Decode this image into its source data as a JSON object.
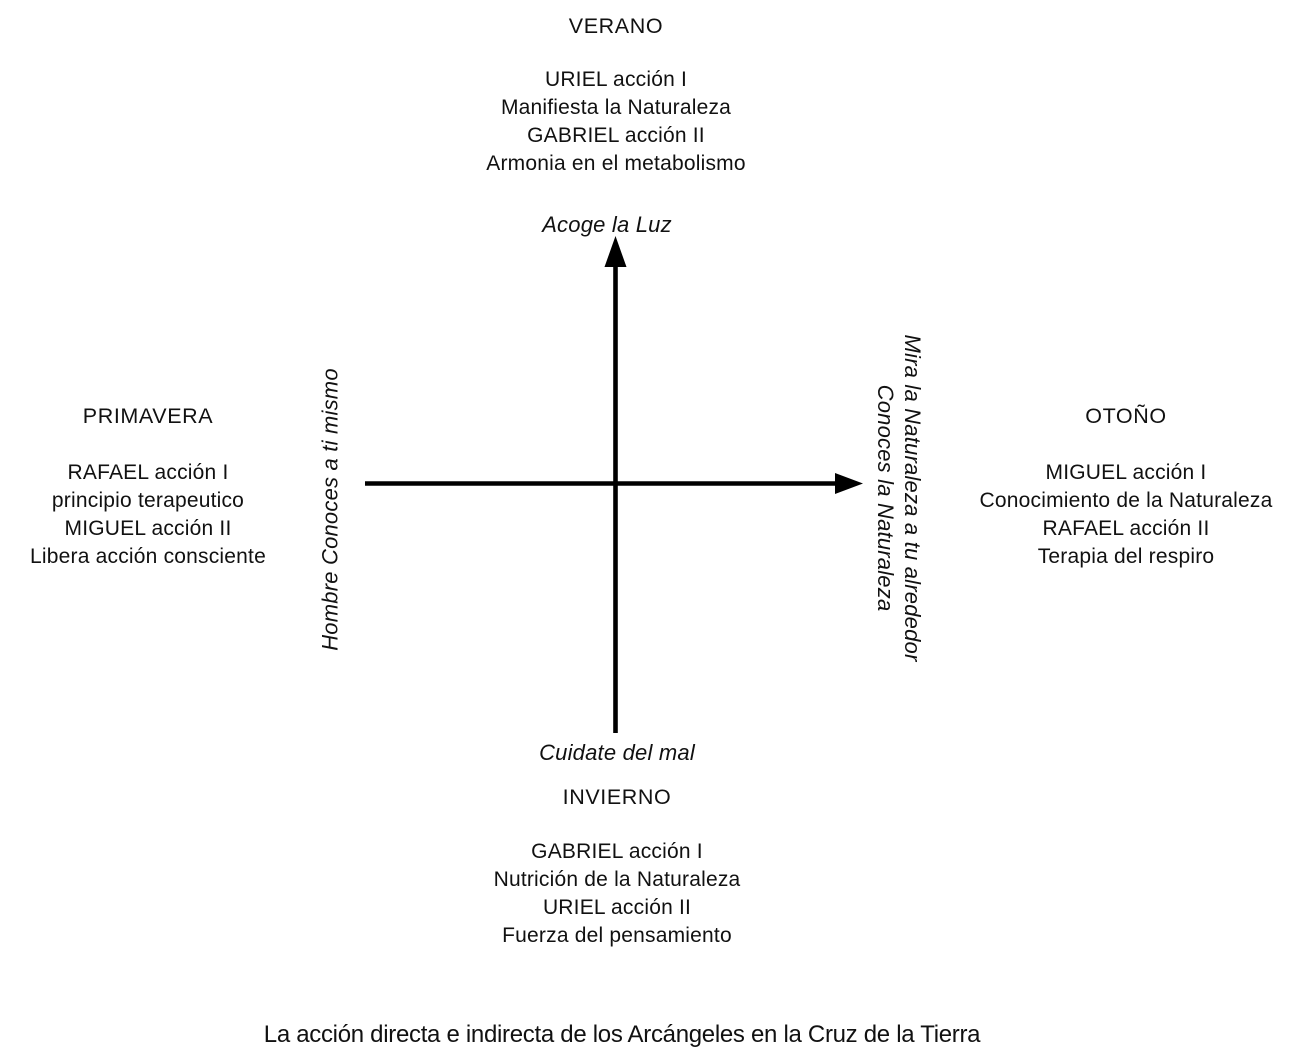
{
  "figure": {
    "top": {
      "season": "VERANO",
      "lines": [
        "URIEL acción I",
        "Manifiesta la Naturaleza",
        "GABRIEL acción II",
        "Armonia en el metabolismo"
      ]
    },
    "left": {
      "season": "PRIMAVERA",
      "lines": [
        "RAFAEL acción I",
        "principio terapeutico",
        "MIGUEL acción II",
        "Libera acción consciente"
      ]
    },
    "right": {
      "season": "OTOÑO",
      "lines": [
        "MIGUEL acción I",
        "Conocimiento de la Naturaleza",
        "RAFAEL acción II",
        "Terapia del respiro"
      ]
    },
    "bottom": {
      "season": "INVIERNO",
      "lines": [
        "GABRIEL acción I",
        "Nutrición de la Naturaleza",
        "URIEL acción II",
        "Fuerza del pensamiento"
      ]
    },
    "axis": {
      "north_label": "Acoge la Luz",
      "south_label": "Cuidate del mal",
      "west_label": "Hombre Conoces a ti mismo",
      "east_label_line1": "Mira la Naturaleza a tu alrededor",
      "east_label_line2": "Conoces la Naturaleza"
    },
    "caption": "La acción directa e indirecta de los Arcángeles en la Cruz de la Tierra"
  },
  "colors": {
    "ink": "#111111",
    "axis": "#000000",
    "background": "#ffffff"
  }
}
